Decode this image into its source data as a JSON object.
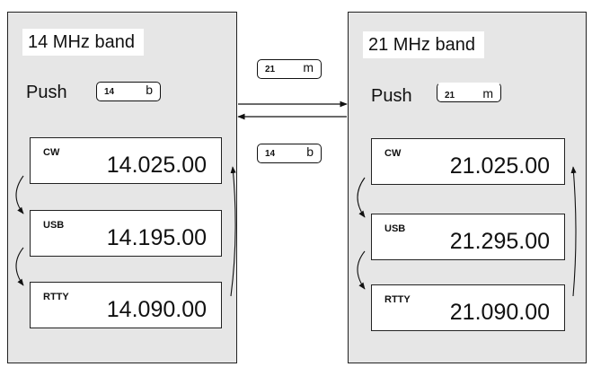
{
  "left_panel": {
    "band_title": "14 MHz band",
    "push_label": "Push",
    "push_key": {
      "num": "14",
      "sub": "b"
    },
    "memories": [
      {
        "mode": "CW",
        "freq": "14.025.00"
      },
      {
        "mode": "USB",
        "freq": "14.195.00"
      },
      {
        "mode": "RTTY",
        "freq": "14.090.00"
      }
    ]
  },
  "right_panel": {
    "band_title": "21 MHz band",
    "push_label": "Push",
    "push_key": {
      "num": "21",
      "sub": "m"
    },
    "memories": [
      {
        "mode": "CW",
        "freq": "21.025.00"
      },
      {
        "mode": "USB",
        "freq": "21.295.00"
      },
      {
        "mode": "RTTY",
        "freq": "21.090.00"
      }
    ]
  },
  "transition_keys": {
    "to_right": {
      "num": "21",
      "sub": "m"
    },
    "to_left": {
      "num": "14",
      "sub": "b"
    }
  },
  "colors": {
    "panel": "#e6e6e6",
    "box": "#ffffff",
    "line": "#222222"
  }
}
